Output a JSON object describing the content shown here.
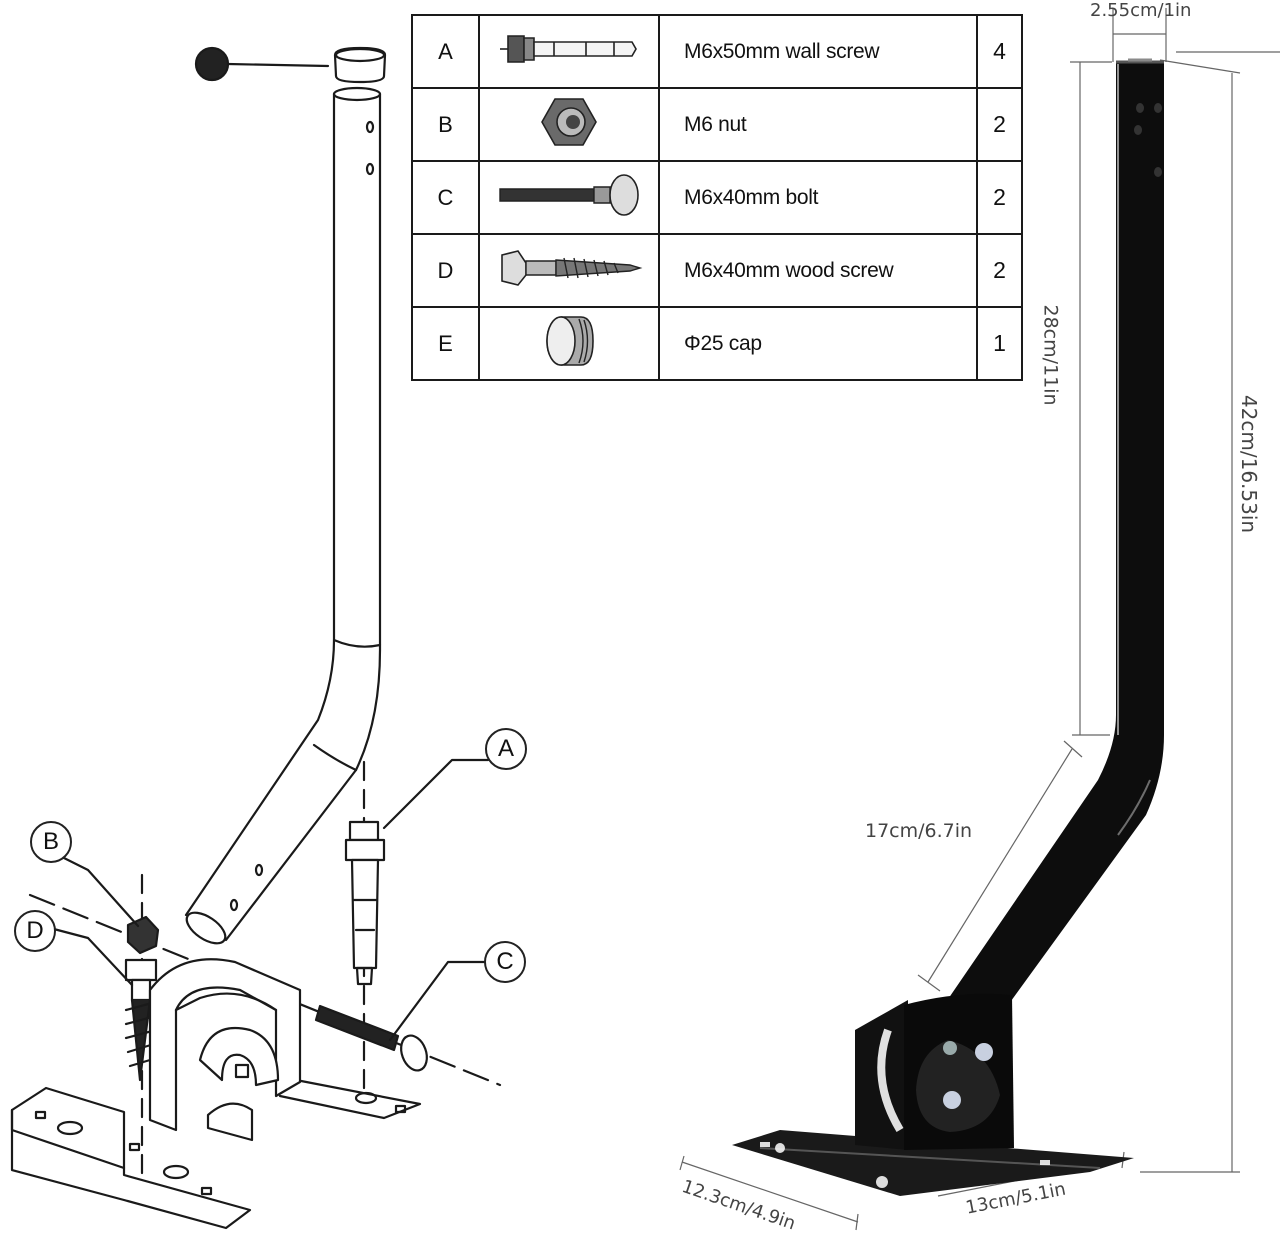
{
  "parts": [
    {
      "letter": "A",
      "icon": "wall-anchor-screw-icon",
      "description": "M6x50mm wall screw",
      "qty": "4"
    },
    {
      "letter": "B",
      "icon": "hex-nut-icon",
      "description": "M6 nut",
      "qty": "2"
    },
    {
      "letter": "C",
      "icon": "carriage-bolt-icon",
      "description": "M6x40mm bolt",
      "qty": "2"
    },
    {
      "letter": "D",
      "icon": "lag-wood-screw-icon",
      "description": "M6x40mm wood screw",
      "qty": "2"
    },
    {
      "letter": "E",
      "icon": "pipe-cap-icon",
      "description": "Φ25 cap",
      "qty": "1"
    }
  ],
  "callouts": {
    "a": "A",
    "b": "B",
    "c": "C",
    "d": "D"
  },
  "dimensions": {
    "tube_diameter": "2.55cm/1in",
    "upper_length": "28cm/11in",
    "total_height": "42cm/16.53in",
    "angled_length": "17cm/6.7in",
    "base_depth": "12.3cm/4.9in",
    "base_width": "13cm/5.1in"
  },
  "colors": {
    "line": "#1a1a1a",
    "mast": "#0d0d0d",
    "dimension": "#444444"
  }
}
